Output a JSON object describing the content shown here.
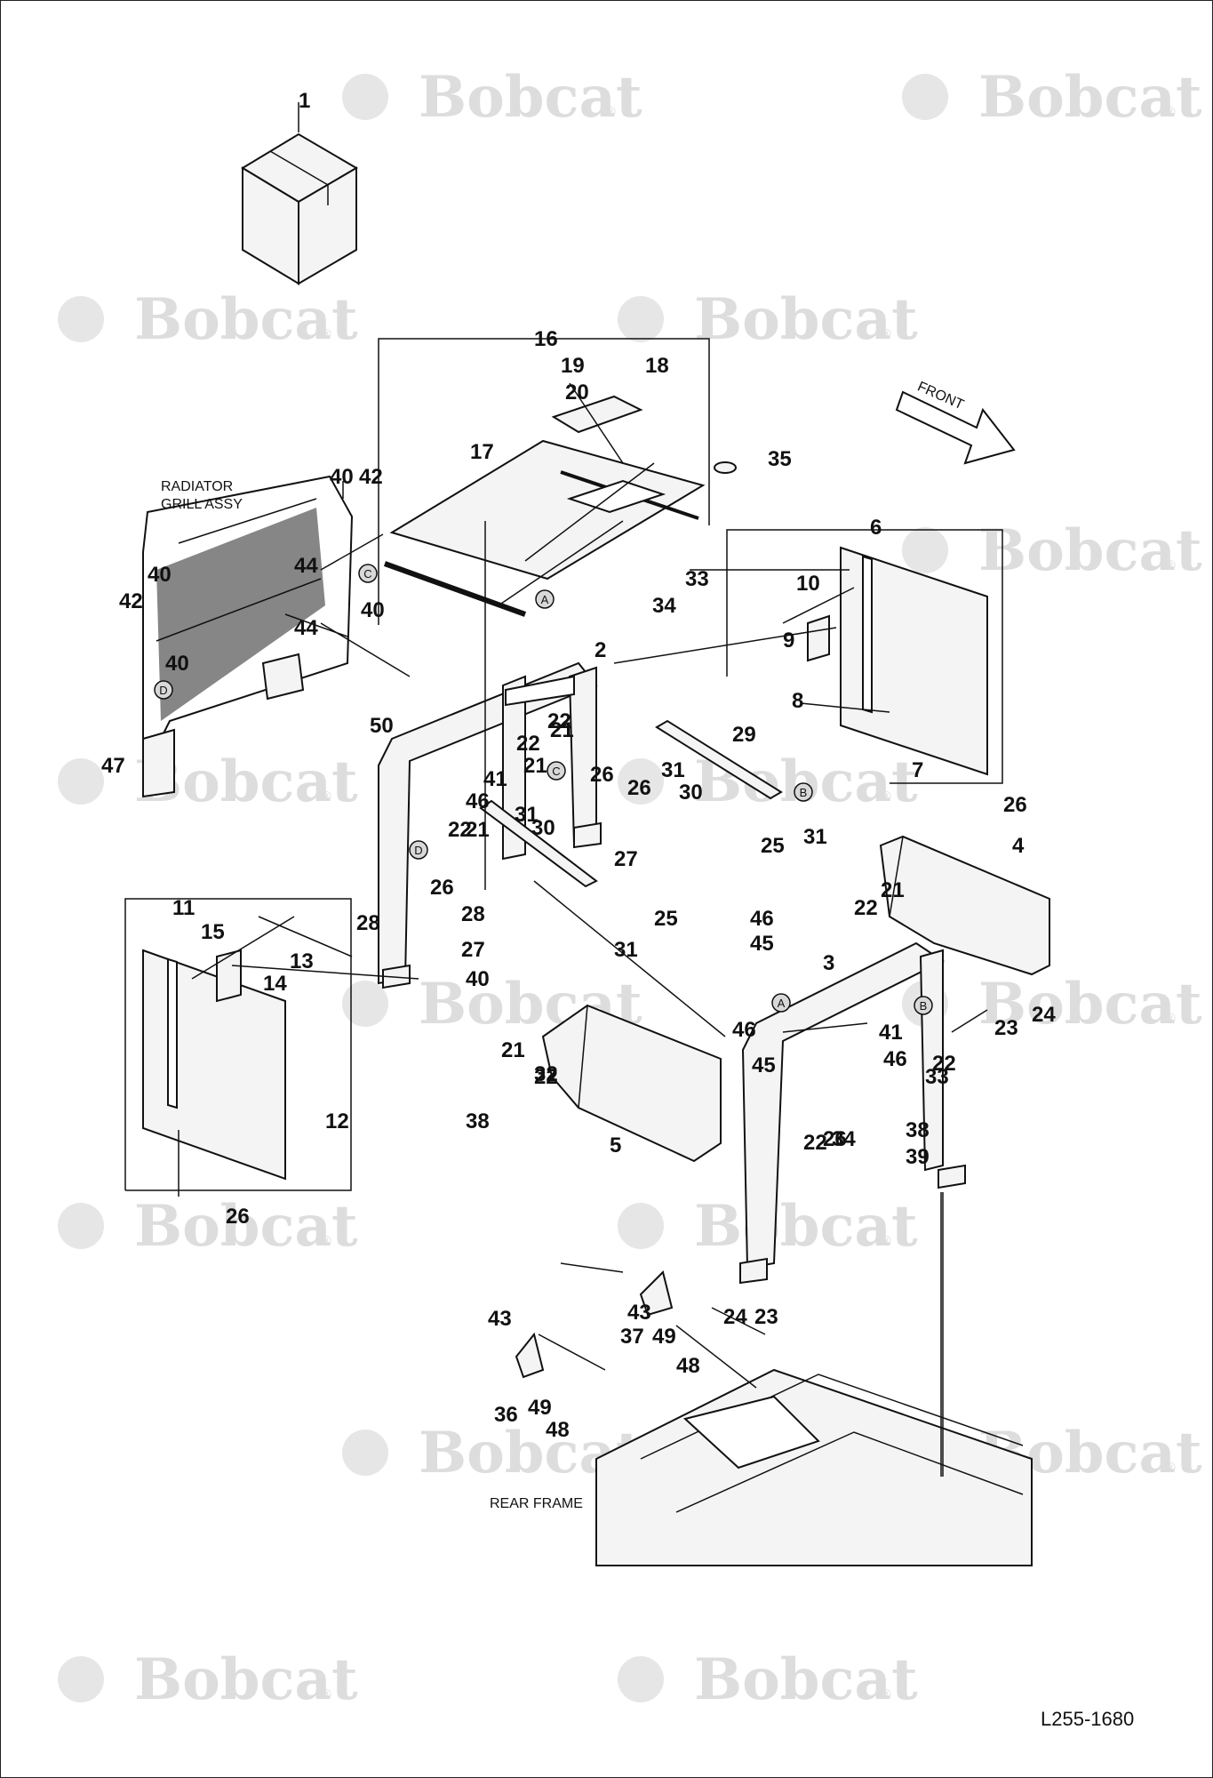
{
  "watermark": {
    "text": "Bobcat",
    "mark": "®"
  },
  "drawing_code": "L255-1680",
  "labels": {
    "radiator_grill": [
      "RADIATOR",
      "GRILL ASSY"
    ],
    "front": "FRONT",
    "rear_frame": "REAR FRAME"
  },
  "circled_refs": [
    "A",
    "B",
    "C",
    "D"
  ],
  "callouts": [
    "1",
    "2",
    "3",
    "4",
    "5",
    "6",
    "7",
    "8",
    "9",
    "10",
    "11",
    "12",
    "13",
    "14",
    "15",
    "16",
    "17",
    "18",
    "19",
    "20",
    "21",
    "22",
    "23",
    "24",
    "25",
    "26",
    "27",
    "28",
    "29",
    "30",
    "31",
    "32",
    "33",
    "34",
    "35",
    "36",
    "37",
    "38",
    "39",
    "40",
    "41",
    "42",
    "43",
    "44",
    "45",
    "46",
    "47",
    "48",
    "49",
    "50"
  ]
}
